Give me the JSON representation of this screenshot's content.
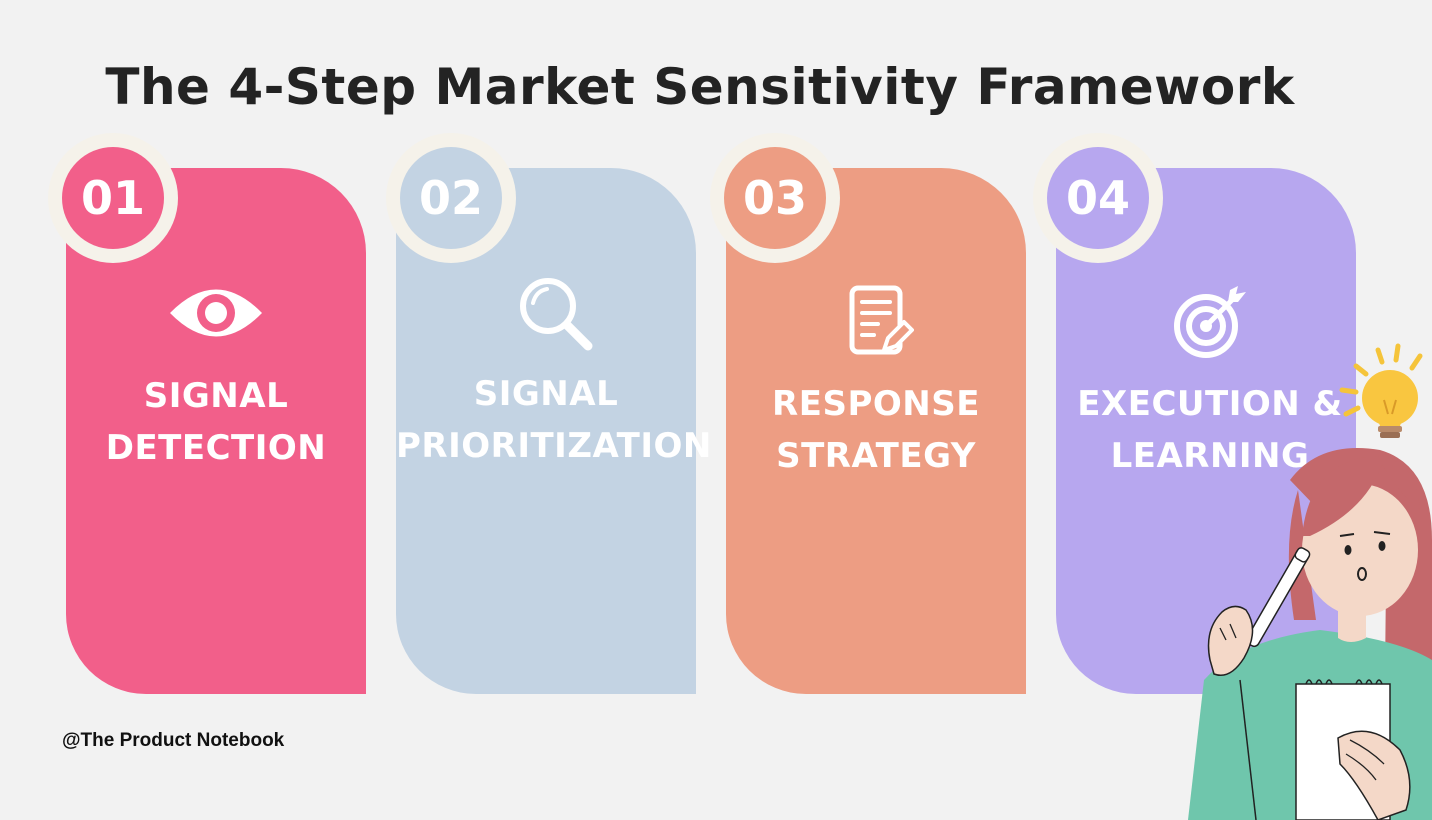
{
  "title": "The 4-Step Market Sensitivity Framework",
  "steps": [
    {
      "number": "01",
      "line1": "SIGNAL",
      "line2": "DETECTION",
      "icon": "eye-icon",
      "color": "#f25f8a",
      "badge_color": "#f25f8a"
    },
    {
      "number": "02",
      "line1": "SIGNAL",
      "line2": "PRIORITIZATION",
      "icon": "magnifier-icon",
      "color": "#c3d3e3",
      "badge_color": "#c3d3e3"
    },
    {
      "number": "03",
      "line1": "RESPONSE",
      "line2": "STRATEGY",
      "icon": "document-pen-icon",
      "color": "#ed9d83",
      "badge_color": "#ed9d83"
    },
    {
      "number": "04",
      "line1": "EXECUTION &",
      "line2": "LEARNING",
      "icon": "target-icon",
      "color": "#b7a7ef",
      "badge_color": "#b7a7ef"
    }
  ],
  "credit": "@The Product Notebook",
  "illustration": "woman-thinking-with-lightbulb-illustration"
}
